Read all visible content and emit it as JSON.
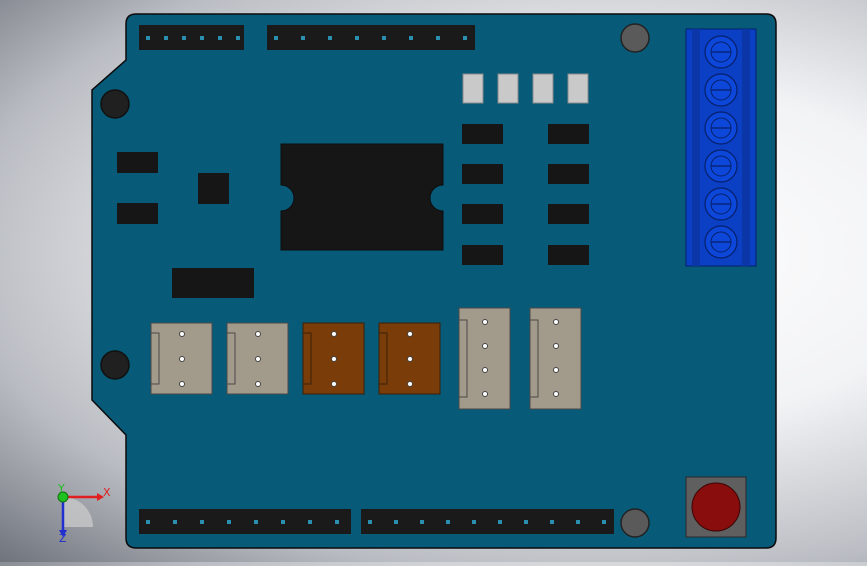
{
  "scene": {
    "board_color": "#075a78",
    "board_edge_color": "#0a0a0a",
    "header_color": "#1a1a1a",
    "chip_color": "#161616",
    "terminal_color": "#0b3fc4",
    "button_color": "#8a0d0d",
    "connector_light_color": "#a29b8b",
    "connector_brown_color": "#7a3d0a",
    "led_color": "#c9c9c9"
  },
  "triad": {
    "x_label": "X",
    "y_label": "Y",
    "z_label": "Z",
    "x_color": "#e02020",
    "y_color": "#20c020",
    "z_color": "#2030d0"
  }
}
